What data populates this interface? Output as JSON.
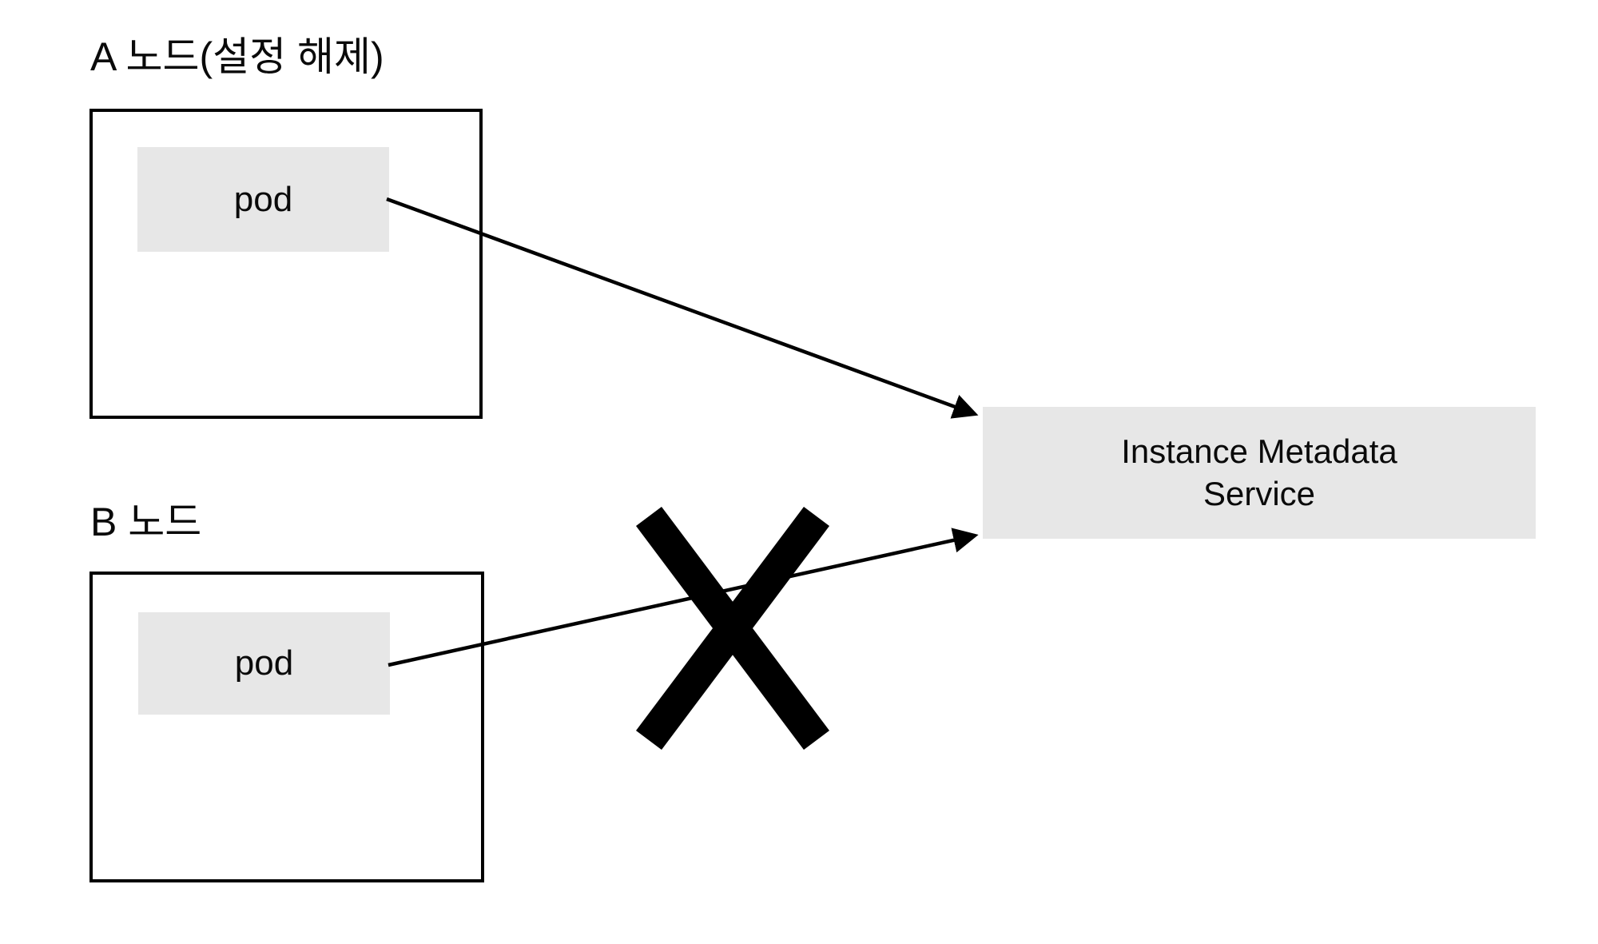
{
  "diagram": {
    "node_a": {
      "title": "A 노드(설정 해제)",
      "pod_label": "pod"
    },
    "node_b": {
      "title": "B 노드",
      "pod_label": "pod"
    },
    "service": {
      "line1": "Instance Metadata",
      "line2": "Service"
    },
    "connections": {
      "a_to_service": "arrow from A pod to Instance Metadata Service",
      "b_to_service": "arrow from B pod to Instance Metadata Service crossed out"
    },
    "icons": {
      "blocked_x": "blocked-x-icon",
      "arrowhead": "arrowhead-icon"
    },
    "colors": {
      "background": "#ffffff",
      "box_fill": "#e7e7e7",
      "stroke": "#000000",
      "text": "#0a0a0a"
    }
  }
}
